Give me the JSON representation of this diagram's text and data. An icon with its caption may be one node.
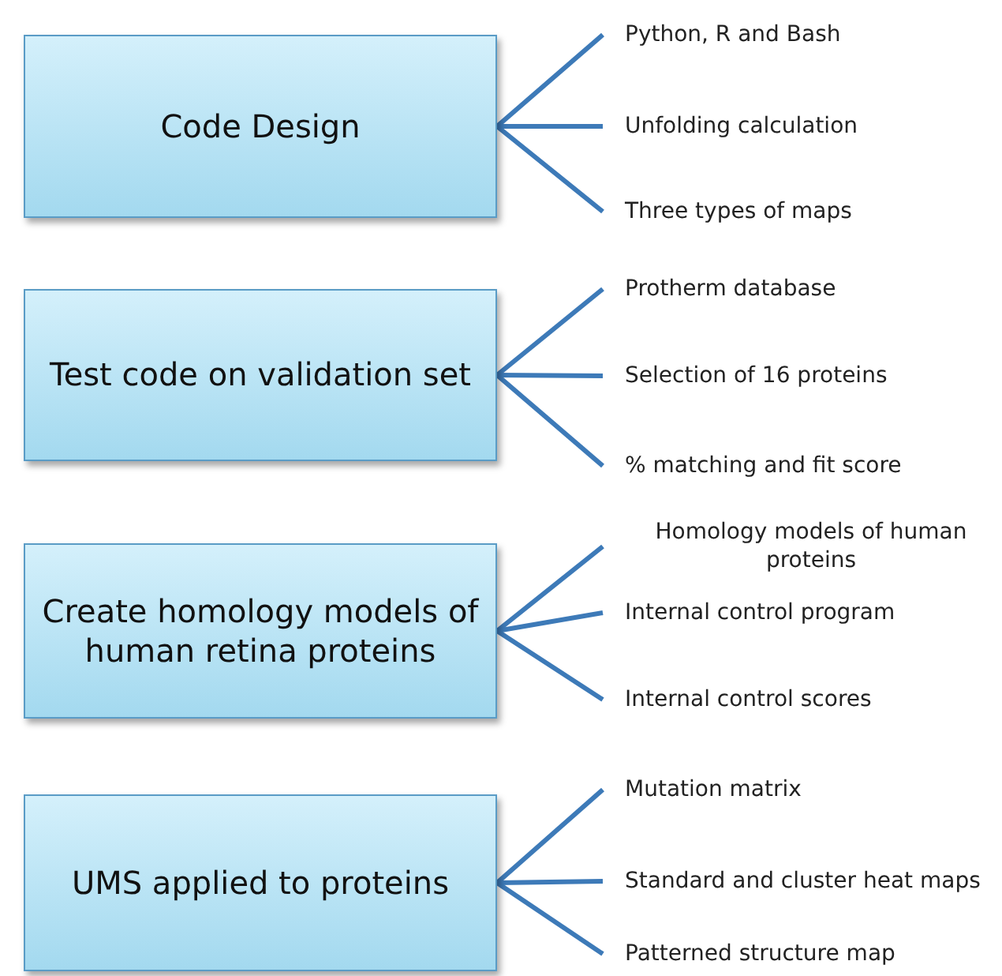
{
  "diagram": {
    "nodes": [
      {
        "text": [
          "Code Design"
        ]
      },
      {
        "text": [
          "Python, R and Bash"
        ]
      },
      {
        "text": [
          "Unfolding calculation"
        ]
      },
      {
        "text": [
          "Three types of maps"
        ]
      },
      {
        "text": [
          "Test code on validation set"
        ]
      },
      {
        "text": [
          "Protherm database"
        ]
      },
      {
        "text": [
          "Selection of 16 proteins"
        ]
      },
      {
        "text": [
          "% matching and fit score"
        ]
      },
      {
        "text": [
          "Create homology models of human retina proteins"
        ]
      },
      {
        "text": [
          "Homology models of human proteins"
        ]
      },
      {
        "text": [
          "Internal control program"
        ]
      },
      {
        "text": [
          "Internal control scores"
        ]
      },
      {
        "text": [
          "UMS applied to proteins"
        ]
      },
      {
        "text": [
          "Mutation matrix"
        ]
      },
      {
        "text": [
          "Standard and cluster heat maps"
        ]
      },
      {
        "text": [
          "Patterned structure map"
        ]
      }
    ],
    "edges": [
      {
        "from": 0,
        "to": 1,
        "arrow": "none"
      },
      {
        "from": 0,
        "to": 2,
        "arrow": "none"
      },
      {
        "from": 0,
        "to": 3,
        "arrow": "none"
      },
      {
        "from": 4,
        "to": 5,
        "arrow": "none"
      },
      {
        "from": 4,
        "to": 6,
        "arrow": "none"
      },
      {
        "from": 4,
        "to": 7,
        "arrow": "none"
      },
      {
        "from": 8,
        "to": 9,
        "arrow": "none"
      },
      {
        "from": 8,
        "to": 10,
        "arrow": "none"
      },
      {
        "from": 8,
        "to": 11,
        "arrow": "none"
      },
      {
        "from": 12,
        "to": 13,
        "arrow": "none"
      },
      {
        "from": 12,
        "to": 14,
        "arrow": "none"
      },
      {
        "from": 12,
        "to": 15,
        "arrow": "none"
      }
    ]
  }
}
